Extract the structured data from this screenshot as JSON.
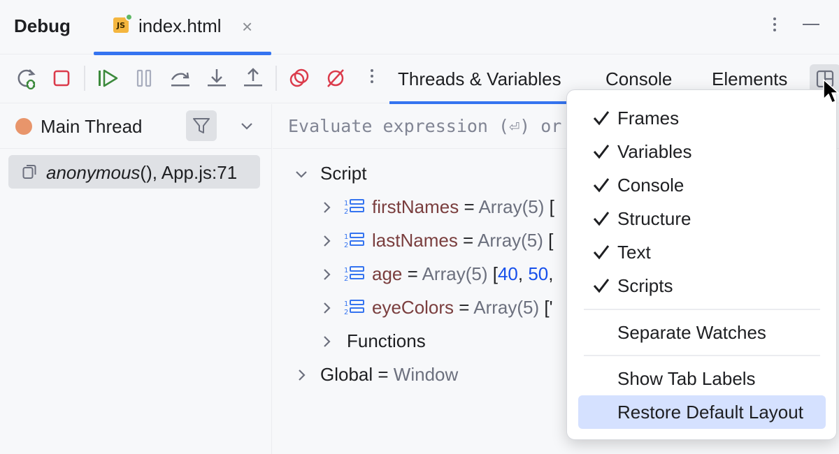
{
  "titlebar": {
    "title": "Debug",
    "file_tab": {
      "icon_text": "JS",
      "label": "index.html",
      "close": "×"
    }
  },
  "toolbar": {
    "tabs": [
      "Threads & Variables",
      "Console",
      "Elements"
    ],
    "active_tab": "Threads & Variables"
  },
  "threads": {
    "current": "Main Thread",
    "frame": {
      "name": "anonymous",
      "suffix": "(), App.js:71"
    }
  },
  "evaluate": {
    "placeholder": "Evaluate expression (⏎) or"
  },
  "tree": {
    "script_label": "Script",
    "vars": [
      {
        "name": "firstNames",
        "eq": " = ",
        "type": "Array(5)",
        "tail": " ["
      },
      {
        "name": "lastNames",
        "eq": " = ",
        "type": "Array(5)",
        "tail": " ["
      },
      {
        "name": "age",
        "eq": " = ",
        "type": "Array(5)",
        "tail": " [",
        "n1": "40",
        "comma": ", ",
        "n2": "50",
        "end": ","
      },
      {
        "name": "eyeColors",
        "eq": " = ",
        "type": "Array(5)",
        "tail": " ['"
      }
    ],
    "functions_label": "Functions",
    "global": {
      "label": "Global",
      "eq": " = ",
      "value": "Window"
    }
  },
  "menu": {
    "checked_items": [
      "Frames",
      "Variables",
      "Console",
      "Structure",
      "Text",
      "Scripts"
    ],
    "separate_watches": "Separate Watches",
    "show_tab_labels": "Show Tab Labels",
    "restore_default_layout": "Restore Default Layout"
  }
}
